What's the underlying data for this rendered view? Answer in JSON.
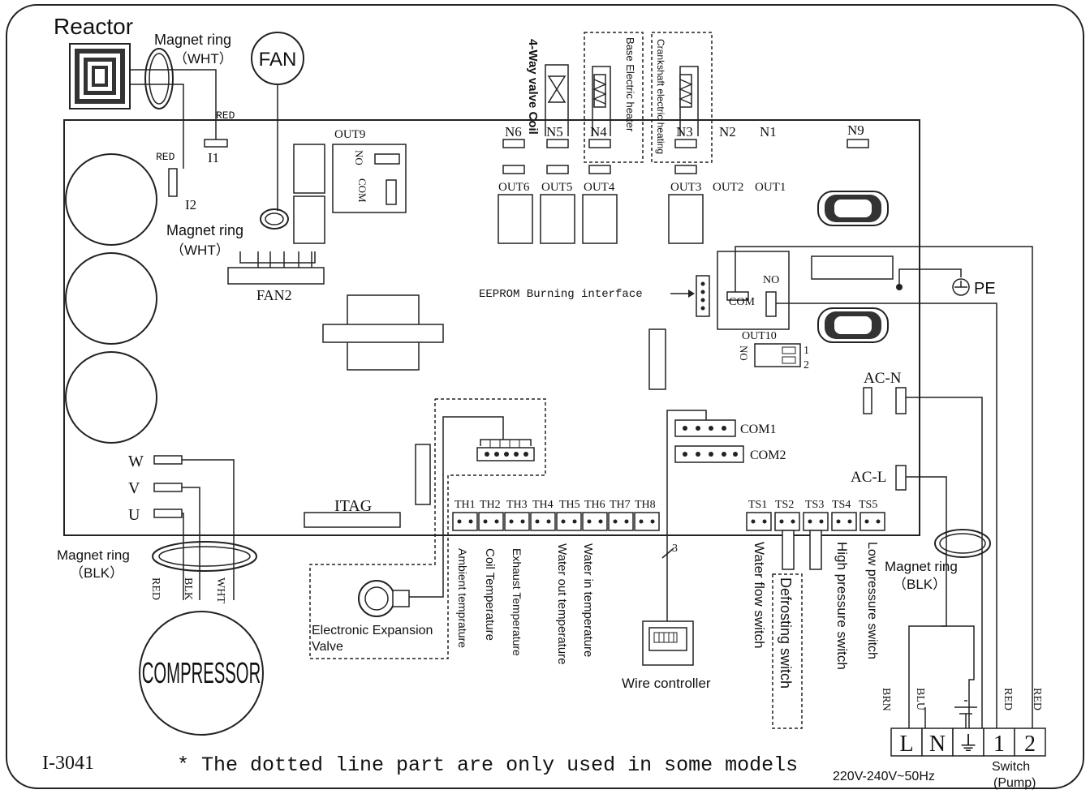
{
  "components": {
    "reactor": "Reactor",
    "fan": "FAN",
    "compressor": "COMPRESSOR",
    "magnet_ring_top": "Magnet ring",
    "magnet_ring_top_color": "（WHT）",
    "magnet_ring_fan": "Magnet ring",
    "magnet_ring_fan_color": "（WHT）",
    "magnet_ring_comp": "Magnet ring",
    "magnet_ring_comp_color": "（BLK）",
    "magnet_ring_right": "Magnet ring",
    "magnet_ring_right_color": "（BLK）",
    "eev": "Electronic Expansion",
    "eev2": "Valve",
    "wire_controller": "Wire controller",
    "pe": "PE"
  },
  "wire_colors": {
    "red1": "RED",
    "red2": "RED",
    "red_comp": "RED",
    "blk_comp": "BLK",
    "wht_comp": "WHT",
    "brn": "BRN",
    "blu": "BLU",
    "red_t1": "RED",
    "red_t2": "RED"
  },
  "board": {
    "i1": "I1",
    "i2": "I2",
    "out9": "OUT9",
    "no9": "NO",
    "com9": "COM",
    "fan2": "FAN2",
    "n_labels": [
      "N6",
      "N5",
      "N4",
      "N3",
      "N2",
      "N1",
      "N9"
    ],
    "out_labels": [
      "OUT6",
      "OUT5",
      "OUT4",
      "OUT3",
      "OUT2",
      "OUT1"
    ],
    "eeprom": "EEPROM Burning interface",
    "com_relay": "COM",
    "no_relay": "NO",
    "out10": "OUT10",
    "no10": "NO",
    "sw1": "1",
    "sw2": "2",
    "acn": "AC-N",
    "acl": "AC-L",
    "com1": "COM1",
    "com2": "COM2",
    "itag": "ITAG",
    "w": "W",
    "v": "V",
    "u": "U",
    "three": "3"
  },
  "loads": {
    "four_way": "4-Way valve Coil",
    "base_heater": "Base Electric heater",
    "crank_heater": "Crankshaft electric heating"
  },
  "th_labels": [
    "TH1",
    "TH2",
    "TH3",
    "TH4",
    "TH5",
    "TH6",
    "TH7",
    "TH8"
  ],
  "th_names": [
    "Ambient temprature",
    "Coil Temperature",
    "Exhaust Temperature",
    "Water out temperature",
    "Water in temperature"
  ],
  "ts_labels": [
    "TS1",
    "TS2",
    "TS3",
    "TS4",
    "TS5"
  ],
  "ts_names": [
    "Water flow switch",
    "Defrosting switch",
    "High pressure switch",
    "Low pressure switch"
  ],
  "terminal": [
    "L",
    "N",
    "⏚",
    "1",
    "2"
  ],
  "footer": {
    "code": "I-3041",
    "note": "* The dotted line part are only used in some models",
    "voltage": "220V-240V~50Hz",
    "switch": "Switch",
    "pump": "(Pump)"
  }
}
